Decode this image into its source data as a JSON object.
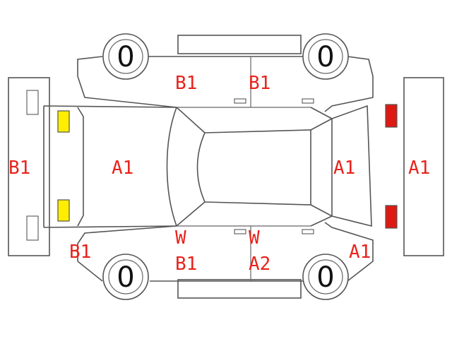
{
  "colors": {
    "line": "#555555",
    "code": "#e8231c",
    "lamp_front": "#ffee00",
    "lamp_rear": "#dd1a12"
  },
  "codes": {
    "left_panel": "B1",
    "hood": "A1",
    "front_left_corner": "B1",
    "left_front_door": "B1",
    "left_rear_door": "B1",
    "roof_left_front_glass": "W",
    "roof_left_front": "B1",
    "roof_left_rear_glass": "W",
    "roof_left_rear": "A2",
    "rear_glass_area": "A1",
    "rear_panel": "A1",
    "rear_right_corner": "A1"
  },
  "tires": {
    "front_right": "0",
    "rear_right": "0",
    "front_left": "0",
    "rear_left": "0"
  },
  "icons": [
    "front-lamp-icon",
    "rear-lamp-icon",
    "tire-icon"
  ]
}
